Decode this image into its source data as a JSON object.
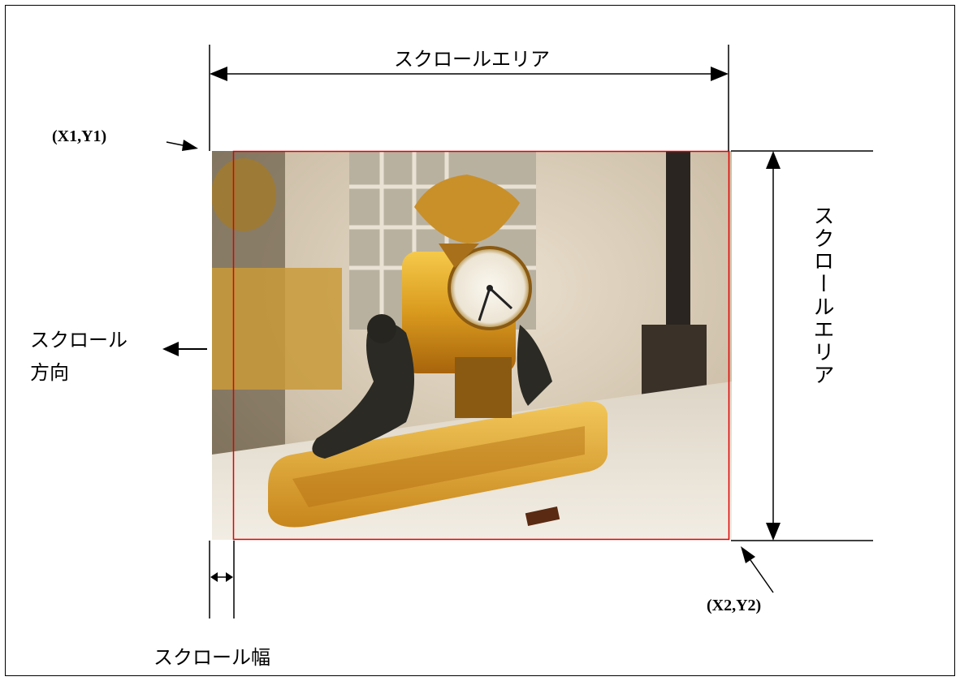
{
  "labels": {
    "scroll_area_horizontal": "スクロールエリア",
    "scroll_area_vertical": "スクロールエリア",
    "scroll_direction_line1": "スクロール",
    "scroll_direction_line2": "方向",
    "scroll_width": "スクロール幅",
    "top_left_coord": "(X1,Y1)",
    "bottom_right_coord": "(X2,Y2)"
  },
  "colors": {
    "scroll_rect": "#e00000",
    "lines": "#000000"
  },
  "photo_subject": "ornate gilt bronze mantel clock with eagle and seated figure on a marble base"
}
